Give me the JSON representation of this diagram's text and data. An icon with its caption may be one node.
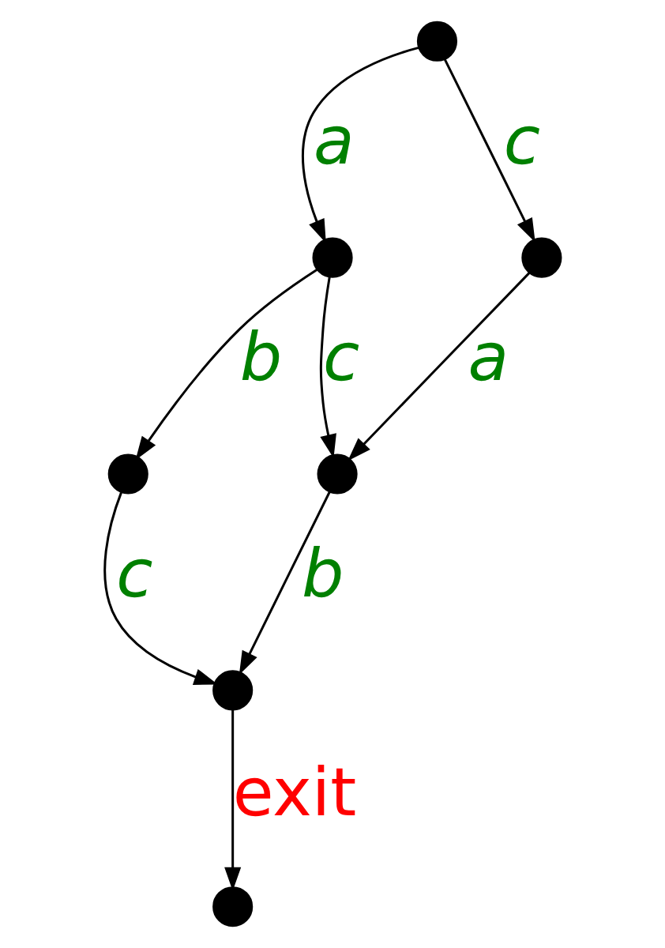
{
  "diagram": {
    "nodes": [
      {
        "text": [],
        "shape": "circle"
      },
      {
        "text": [],
        "shape": "circle"
      },
      {
        "text": [],
        "shape": "circle"
      },
      {
        "text": [],
        "shape": "circle"
      },
      {
        "text": [],
        "shape": "circle"
      },
      {
        "text": [],
        "shape": "circle"
      },
      {
        "text": [],
        "shape": "circle"
      }
    ],
    "edges": [
      {
        "from": 0,
        "to": 1,
        "arrow": "to",
        "label": "a"
      },
      {
        "from": 0,
        "to": 2,
        "arrow": "to",
        "label": "c"
      },
      {
        "from": 1,
        "to": 3,
        "arrow": "to",
        "label": "b"
      },
      {
        "from": 1,
        "to": 4,
        "arrow": "to",
        "label": "c"
      },
      {
        "from": 2,
        "to": 4,
        "arrow": "to",
        "label": "a"
      },
      {
        "from": 3,
        "to": 5,
        "arrow": "to",
        "label": "c"
      },
      {
        "from": 4,
        "to": 5,
        "arrow": "to",
        "label": "b"
      },
      {
        "from": 5,
        "to": 6,
        "arrow": "to",
        "label": "exit"
      }
    ]
  }
}
